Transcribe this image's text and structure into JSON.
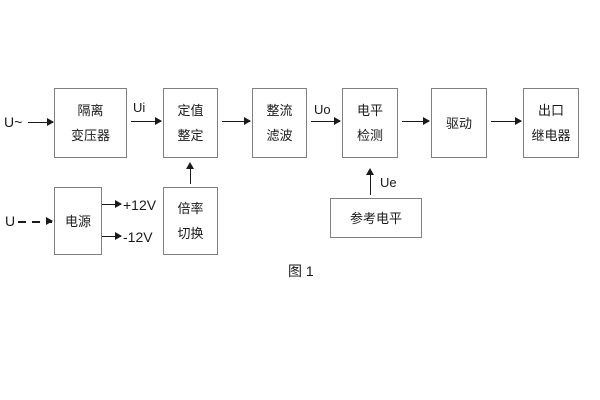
{
  "diagram": {
    "caption": "图 1",
    "colors": {
      "box_border": "#808080",
      "line": "#1a1a1a",
      "text": "#1a1a1a",
      "background": "#ffffff"
    },
    "boxes": [
      {
        "id": "isolation-transformer",
        "lines": [
          "隔离",
          "变压器"
        ]
      },
      {
        "id": "value-setting",
        "lines": [
          "定值",
          "整定"
        ]
      },
      {
        "id": "rectify-filter",
        "lines": [
          "整流",
          "滤波"
        ]
      },
      {
        "id": "level-detect",
        "lines": [
          "电平",
          "检测"
        ]
      },
      {
        "id": "drive",
        "lines": [
          "驱动"
        ]
      },
      {
        "id": "output-relay",
        "lines": [
          "出口",
          "继电器"
        ]
      },
      {
        "id": "power-supply",
        "lines": [
          "电源"
        ]
      },
      {
        "id": "multiplier-switch",
        "lines": [
          "倍率",
          "切换"
        ]
      },
      {
        "id": "reference-level",
        "lines": [
          "参考电平"
        ]
      }
    ],
    "labels": {
      "input_ac": "U~",
      "input_dc": "U",
      "ui": "Ui",
      "uo": "Uo",
      "ue": "Ue",
      "plus12v": "+12V",
      "minus12v": "-12V"
    }
  }
}
